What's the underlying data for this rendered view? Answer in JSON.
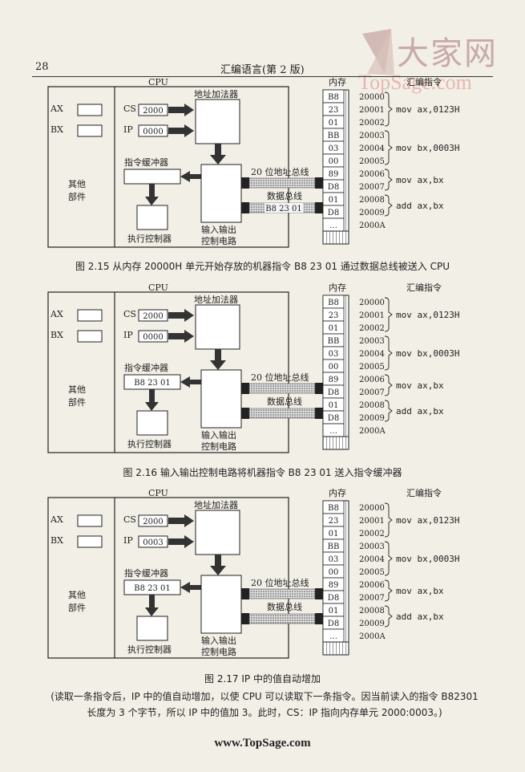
{
  "header": {
    "page_number": "28",
    "book_title": "汇编语言(第 2 版)"
  },
  "watermark": {
    "title": "大家网",
    "site": "TopSage.com"
  },
  "common": {
    "cpu": "CPU",
    "ax": "AX",
    "bx": "BX",
    "cs": "CS",
    "ip": "IP",
    "addr_adder": "地址加法器",
    "instr_buffer": "指令缓冲器",
    "other_parts_1": "其他",
    "other_parts_2": "部件",
    "exec_ctrl": "执行控制器",
    "io_ctrl_1": "输入输出",
    "io_ctrl_2": "控制电路",
    "addr_bus": "20 位地址总线",
    "data_bus": "数据总线",
    "memory": "内存",
    "asm": "汇编指令",
    "mem_cells": [
      "B8",
      "23",
      "01",
      "BB",
      "03",
      "00",
      "89",
      "D8",
      "01",
      "D8",
      "…"
    ],
    "mem_addrs": [
      "20000",
      "20001",
      "20002",
      "20003",
      "20004",
      "20005",
      "20006",
      "20007",
      "20008",
      "20009",
      "2000A"
    ],
    "asm_lines": [
      "mov ax,0123H",
      "mov bx,0003H",
      "mov ax,bx",
      "add ax,bx"
    ]
  },
  "figures": [
    {
      "cs_value": "2000",
      "ip_value": "0000",
      "bus_data": "B8 23 01",
      "buffer_value": "",
      "caption": "图 2.15   从内存 20000H 单元开始存放的机器指令 B8 23 01 通过数据总线被送入 CPU"
    },
    {
      "cs_value": "2000",
      "ip_value": "0000",
      "bus_data": "",
      "buffer_value": "B8 23 01",
      "caption": "图 2.16   输入输出控制电路将机器指令 B8 23 01 送入指令缓冲器"
    },
    {
      "cs_value": "2000",
      "ip_value": "0003",
      "bus_data": "",
      "buffer_value": "B8 23 01",
      "caption": "图 2.17   IP 中的值自动增加"
    }
  ],
  "note": {
    "line1": "(读取一条指令后，IP 中的值自动增加，以使 CPU 可以读取下一条指令。因当前读入的指令 B82301",
    "line2": "长度为 3 个字节，所以 IP 中的值加 3。此时，CS：IP 指向内存单元 2000:0003。)"
  },
  "footer": {
    "url": "www.TopSage.com"
  }
}
